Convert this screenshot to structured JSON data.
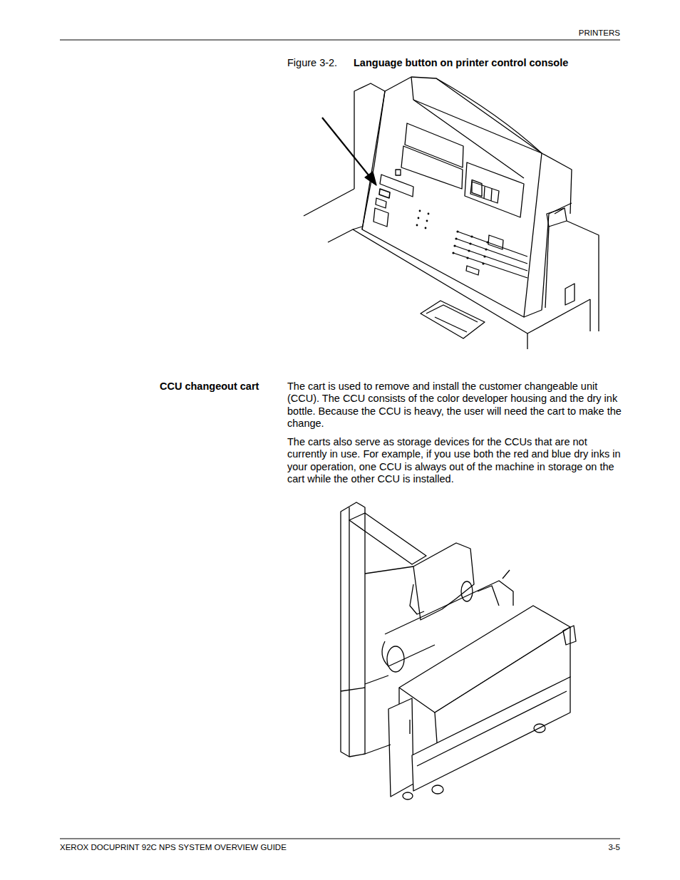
{
  "diagram": {
    "labels": [
      "PRINTERS",
      "Figure 3-2.",
      "Language button on printer control console",
      "CCU changeout cart",
      "The cart is used to remove and install the customer changeable unit (CCU). The CCU consists of the color developer housing and the dry ink bottle. Because the CCU is heavy, the user will need the cart to make the change.",
      "The carts also serve as storage devices for the CCUs that are not currently in use. For example, if you use both the red and blue dry inks in your operation, one CCU is always out of the machine in storage on the cart while the other CCU is installed.",
      "XEROX DOCUPRINT 92C NPS SYSTEM OVERVIEW GUIDE",
      "3-5"
    ]
  }
}
